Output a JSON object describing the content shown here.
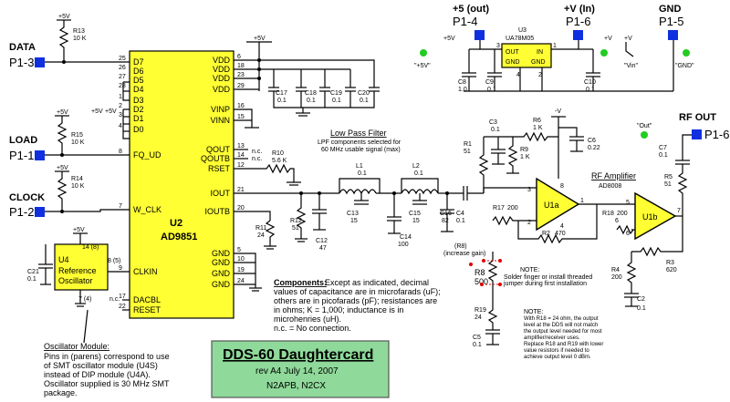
{
  "title": {
    "main": "DDS-60 Daughtercard",
    "rev": "rev A4  July 14, 2007",
    "authors": "N2APB, N2CX",
    "bg_color": "#8fd99a"
  },
  "pins": {
    "data": {
      "name": "DATA",
      "pin": "P1-3"
    },
    "load": {
      "name": "LOAD",
      "pin": "P1-1"
    },
    "clock": {
      "name": "CLOCK",
      "pin": "P1-2"
    },
    "p5v": {
      "name": "+5 (out)",
      "pin": "P1-4"
    },
    "vin": {
      "name": "+V (In)",
      "pin": "P1-6"
    },
    "gnd": {
      "name": "GND",
      "pin": "P1-5"
    },
    "rfout": {
      "name": "RF OUT",
      "pin": "P1-6"
    },
    "pin_color": "#1030e0"
  },
  "u2": {
    "ref": "U2",
    "part": "AD9851",
    "color": "#ffff33",
    "left_pins": [
      {
        "num": "25",
        "label": "D7"
      },
      {
        "num": "26",
        "label": "D6"
      },
      {
        "num": "27",
        "label": "D5"
      },
      {
        "num": "28",
        "label": "D4"
      },
      {
        "num": "1",
        "label": "D3"
      },
      {
        "num": "2",
        "label": "D2"
      },
      {
        "num": "3",
        "label": "D1"
      },
      {
        "num": "4",
        "label": "D0"
      },
      {
        "num": "8",
        "label": "FQ_UD"
      },
      {
        "num": "7",
        "label": "W_CLK"
      },
      {
        "num": "9",
        "label": "CLKIN"
      },
      {
        "num": "17",
        "label": "DACBL"
      },
      {
        "num": "22",
        "label": "RESET"
      }
    ],
    "right_pins": [
      {
        "num": "6",
        "label": "VDD"
      },
      {
        "num": "18",
        "label": "VDD"
      },
      {
        "num": "23",
        "label": "VDD"
      },
      {
        "num": "29",
        "label": "VDD"
      },
      {
        "num": "16",
        "label": "VINP"
      },
      {
        "num": "15",
        "label": "VINN"
      },
      {
        "num": "13",
        "label": "QOUT"
      },
      {
        "num": "14",
        "label": "QOUTB"
      },
      {
        "num": "12",
        "label": "RSET"
      },
      {
        "num": "21",
        "label": "IOUT"
      },
      {
        "num": "20",
        "label": "IOUTB"
      },
      {
        "num": "5",
        "label": "GND"
      },
      {
        "num": "10",
        "label": "GND"
      },
      {
        "num": "19",
        "label": "GND"
      },
      {
        "num": "24",
        "label": "GND"
      }
    ]
  },
  "u3": {
    "ref": "U3",
    "part": "UA78M05",
    "out": "OUT",
    "in": "IN",
    "gnd": "GND",
    "pin3": "3",
    "pin1": "1",
    "pin2": "2",
    "pin4": "4",
    "color": "#ffff33"
  },
  "u4": {
    "ref": "U4",
    "line1": "Reference",
    "line2": "Oscillator",
    "pin14": "14 (8)",
    "pin8": "8 (5)",
    "pin7": "7 (4)",
    "color": "#ffff33"
  },
  "u1a": {
    "ref": "U1a",
    "p3": "3",
    "p2": "2",
    "p1": "1",
    "p8": "8",
    "p4": "4",
    "color": "#ffff33"
  },
  "u1b": {
    "ref": "U1b",
    "p5": "5",
    "p6": "6",
    "p7": "7",
    "color": "#ffff33"
  },
  "components": {
    "r13": "R13",
    "r13v": "10 K",
    "r15": "R15",
    "r15v": "10 K",
    "r14": "R14",
    "r14v": "10 K",
    "r10": "R10",
    "r10v": "5.6 K",
    "r11": "R11",
    "r11v": "24",
    "r12": "R12",
    "r12v": "51",
    "r1": "R1",
    "r1v": "51",
    "r9": "R9",
    "r9v": "1 K",
    "r6": "R6",
    "r6v": "1 K",
    "r17": "R17",
    "r17v": "200",
    "r2": "R2",
    "r2v": "470",
    "r18": "R18",
    "r18v": "200",
    "r5": "R5",
    "r5v": "51",
    "r4": "R4",
    "r4v": "200",
    "r3": "R3",
    "r3v": "620",
    "r8": "R8",
    "r8v": "500",
    "r19": "R19",
    "r19v": "24",
    "c21": "C21",
    "c21v": "0.1",
    "c17": "C17",
    "c17v": "0.1",
    "c18": "C18",
    "c18v": "0.1",
    "c19": "C19",
    "c19v": "0.1",
    "c20": "C20",
    "c20v": "0.1",
    "c8": "C8",
    "c8v": "1.0",
    "c9": "C9",
    "c9v": "0.1",
    "c10": "C10",
    "c10v": "0.1",
    "c3": "C3",
    "c3v": "0.1",
    "c4": "C4",
    "c4v": "0.1",
    "c6": "C6",
    "c6v": "0.22",
    "c7": "C7",
    "c7v": "0.1",
    "c2": "C2",
    "c2v": "0.1",
    "c5": "C5",
    "c5v": "0.1",
    "c12": "C12",
    "c12v": "47",
    "c13": "C13",
    "c13v": "15",
    "c14": "C14",
    "c14v": "100",
    "c15": "C15",
    "c15v": "15",
    "c16": "C16",
    "c16v": "82",
    "l1": "L1",
    "l1v": "0.1",
    "l2": "L2",
    "l2v": "0.1",
    "ad8008": "AD8008",
    "plus5": "+5V",
    "minusv": "-V",
    "plusv": "+V",
    "nc": "n.c."
  },
  "labels": {
    "lpf_title": "Low Pass Filter",
    "lpf_line1": "LPF components selected for",
    "lpf_line2": "60 MHz usable signal (max)",
    "rf_amp": "RF Amplifier",
    "tp_5v": "\"+5V\"",
    "tp_vin": "\"Vin\"",
    "tp_gnd": "\"GND\"",
    "tp_out": "\"Out\"",
    "gain_label": "(R8)",
    "gain_sub": "(increase gain)",
    "note_title": "NOTE:",
    "note_line1": "Solder finger or install threaded",
    "note_line2": "jumper during first installation",
    "note2_title": "NOTE:",
    "note2_line1": "With R18 = 24 ohm, the output",
    "note2_line2": "level at the DDS will not match",
    "note2_line3": "the output level needed for most",
    "note2_line4": "amplifier/receiver uses.",
    "note2_line5": "Replace R18 and R19 with lower",
    "note2_line6": "value resistors if needed to",
    "note2_line7": "achieve output level 0 dBm."
  },
  "notes": {
    "comp_title": "Components:",
    "comp_lines": [
      "Except as indicated, decimal",
      "values of capacitance are in microfarads (uF);",
      "others are in picofarads (pF); resistances are",
      "in ohms; K = 1,000; inductance is in",
      "microhenries (uH).",
      "n.c. = No connection."
    ],
    "osc_title": "Oscillator Module:",
    "osc_lines": [
      "Pins in (parens) correspond to use",
      "of SMT oscillator module (U4S)",
      "instead of DIP module (U4A).",
      "Oscillator supplied is 30 MHz SMT",
      "package."
    ]
  }
}
